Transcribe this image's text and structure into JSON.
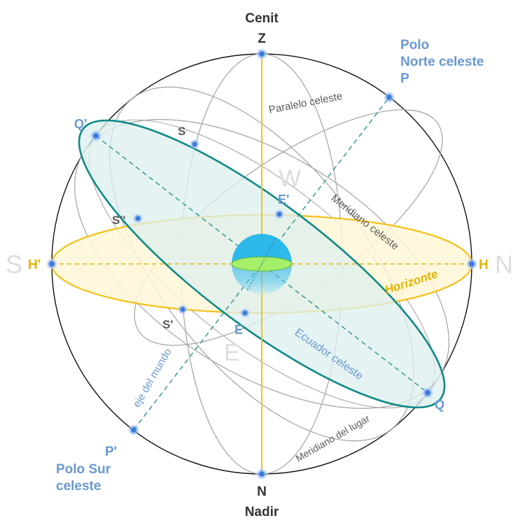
{
  "labels": {
    "cenit": "Cenit",
    "z": "Z",
    "nadir": "Nadir",
    "n_bottom": "N",
    "polo_norte_1": "Polo",
    "polo_norte_2": "Norte celeste",
    "polo_norte_3": "P",
    "polo_sur_1": "P'",
    "polo_sur_2": "Polo Sur",
    "polo_sur_3": "celeste",
    "q_prime": "Q'",
    "q": "Q",
    "s": "S",
    "s_double": "S''",
    "s_prime": "S'",
    "e_prime": "E'",
    "e": "E",
    "h_prime": "H'",
    "h": "H",
    "cardinal_s": "S",
    "cardinal_n": "N",
    "cardinal_w": "W",
    "cardinal_e": "E",
    "paralelo": "Paralelo celeste",
    "meridiano_celeste": "Meridiano celeste",
    "horizonte": "Horizonte",
    "ecuador": "Ecuador celeste",
    "eje": "eje del mundo",
    "meridiano_lugar": "Meridiano del lugar"
  },
  "colors": {
    "horizon_stroke": "#f2c21a",
    "horizon_fill": "#fff7d6",
    "equator_stroke": "#0e8a86",
    "equator_fill": "#dcefee",
    "axis": "#1e8c88",
    "meridian": "#a8a8a8",
    "label_blue": "#6a98d2",
    "point": "#5b8fe0",
    "earth": "#2fb8ea"
  }
}
